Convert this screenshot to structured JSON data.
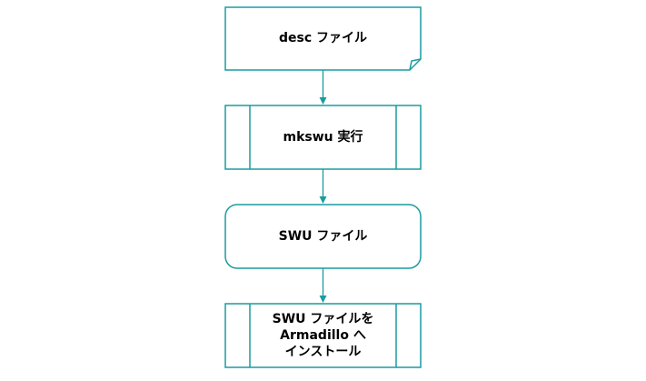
{
  "colors": {
    "stroke": "#1a9ba0",
    "fill": "#ffffff",
    "text": "#000000"
  },
  "nodes": [
    {
      "shape": "document",
      "lines": [
        "desc ファイル"
      ]
    },
    {
      "shape": "process",
      "lines": [
        "mkswu 実行"
      ]
    },
    {
      "shape": "terminal",
      "lines": [
        "SWU ファイル"
      ]
    },
    {
      "shape": "process",
      "lines": [
        "SWU ファイルを",
        "Armadillo へ",
        "インストール"
      ]
    }
  ],
  "edges": [
    {
      "from": 0,
      "to": 1
    },
    {
      "from": 1,
      "to": 2
    },
    {
      "from": 2,
      "to": 3
    }
  ]
}
